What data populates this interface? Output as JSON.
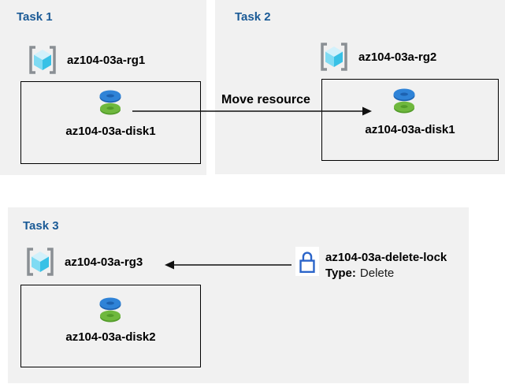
{
  "tasks": [
    {
      "title": "Task 1",
      "resource_group": "az104-03a-rg1",
      "resource": "az104-03a-disk1"
    },
    {
      "title": "Task 2",
      "resource_group": "az104-03a-rg2",
      "resource": "az104-03a-disk1"
    },
    {
      "title": "Task 3",
      "resource_group": "az104-03a-rg3",
      "resource": "az104-03a-disk2"
    }
  ],
  "arrows": {
    "move_label": "Move resource"
  },
  "lock": {
    "name": "az104-03a-delete-lock",
    "type_label": "Type:",
    "type_value": "Delete"
  },
  "icons": {
    "resource_group": "azure-resource-group-icon (gray brackets with cyan cube)",
    "disk": "azure-managed-disk-icon (blue disk stacked on green disk)",
    "lock": "blue-padlock-icon"
  },
  "colors": {
    "panel_background": "#f1f1f1",
    "task_header_blue": "#1a5a96",
    "disk_blue": "#2f83d7",
    "disk_green": "#6fb83e",
    "cube_cyan": "#38c1e6",
    "lock_blue": "#2a64c9",
    "arrow_black": "#111111"
  }
}
